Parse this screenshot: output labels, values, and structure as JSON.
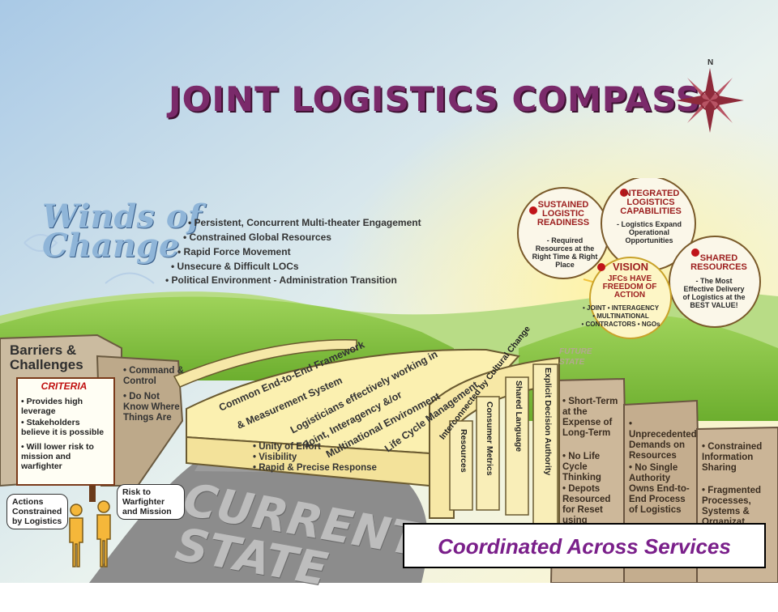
{
  "title": "JOINT LOGISTICS COMPASS",
  "compass": {
    "north_label": "N"
  },
  "winds": {
    "heading": "Winds of Change",
    "items": [
      "• Persistent, Concurrent Multi-theater Engagement",
      "• Constrained Global Resources",
      "• Rapid Force Movement",
      "• Unsecure & Difficult LOCs",
      "• Political Environment - Administration Transition"
    ]
  },
  "barriers": {
    "heading": "Barriers & Challenges",
    "items": [
      "• Command & Control",
      "• Do Not Know Where Things Are"
    ]
  },
  "criteria": {
    "title": "CRITERIA",
    "items": [
      "• Provides high leverage",
      "• Stakeholders believe it is possible",
      "• Will lower risk to mission and warfighter"
    ]
  },
  "bubbles": {
    "left": "Actions Constrained by Logistics",
    "right": "Risk to Warfighter and Mission"
  },
  "bridge": {
    "deck": [
      "Common End-to-End Framework",
      "& Measurement System",
      "Logisticians effectively working in",
      "Joint, Interagency &/or",
      "Multinational Environment",
      "Life Cycle Management"
    ],
    "front_items": [
      "• Unity of Effort",
      "• Visibility",
      "• Rapid & Precise Response"
    ],
    "arch": "Interconnected by Cultural Change",
    "pillars": [
      "Resources",
      "Consumer Metrics",
      "Shared Language",
      "Explicit Decision Authority"
    ]
  },
  "current_state": "CURRENT STATE",
  "future_state": "FUTURE STATE",
  "right_cols": [
    {
      "items": [
        "• Short-Term at the Expense of Long-Term",
        "• No Life Cycle Thinking",
        "• Depots Resourced for Reset using"
      ]
    },
    {
      "items": [
        "• Unprecedented Demands on Resources",
        "• No Single Authority Owns End-to-End Process of Logistics"
      ]
    },
    {
      "items": [
        "• Constrained Information Sharing",
        "• Fragmented Processes, Systems & Organizat..."
      ]
    }
  ],
  "goals": [
    {
      "title": "SUSTAINED LOGISTIC READINESS",
      "body": "- Required Resources at the Right Time & Right Place"
    },
    {
      "title": "INTEGRATED LOGISTICS CAPABILITIES",
      "body": "- Logistics Expand Operational Opportunities"
    },
    {
      "title": "SHARED RESOURCES",
      "body": "- The Most Effective Delivery of Logistics at the BEST VALUE!"
    }
  ],
  "vision": {
    "title": "VISION",
    "subtitle": "JFCs HAVE FREEDOM OF ACTION",
    "items": [
      "• JOINT • INTERAGENCY",
      "• MULTINATIONAL",
      "• CONTRACTORS • NGOs"
    ]
  },
  "banner": "Coordinated Across Services"
}
